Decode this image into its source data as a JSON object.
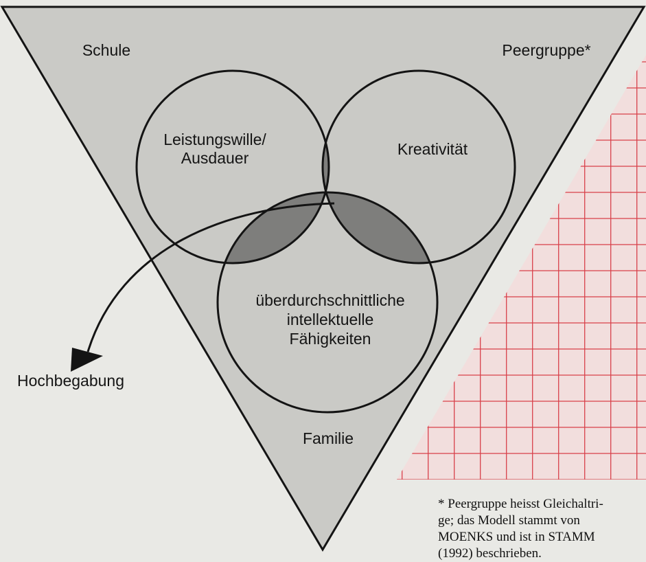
{
  "contexts": {
    "school": "Schule",
    "peer_group": "Peergruppe*",
    "family": "Familie"
  },
  "factors": {
    "motivation_line1": "Leistungswille/",
    "motivation_line2": "Ausdauer",
    "creativity": "Kreativität",
    "ability_line1": "überdurchschnittliche",
    "ability_line2": "intellektuelle",
    "ability_line3": "Fähigkeiten"
  },
  "outcome": "Hochbegabung",
  "footnote": {
    "line1": "* Peergruppe heisst Gleichaltri-",
    "line2": "ge; das Modell stammt von",
    "line3": "MOENKS und ist in STAMM",
    "line4": "(1992) beschrieben."
  },
  "colors": {
    "background": "#e9e9e5",
    "triangle_fill": "#cacac6",
    "overlap_fill": "#7e7e7c",
    "center_fill": "#1c1c1c",
    "grid_line": "#d8404a",
    "grid_background": "#f2dedd",
    "ink": "#141414"
  }
}
